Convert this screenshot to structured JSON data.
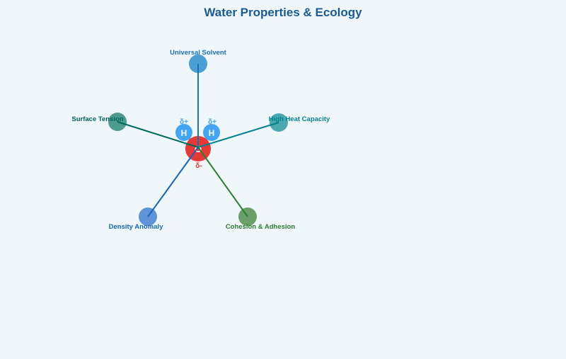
{
  "title": "Water Properties & Ecology",
  "molecule": {
    "oxygen_label": "O",
    "hydrogen_label": "H",
    "delta_plus": "δ+",
    "delta_minus": "δ-",
    "colors": {
      "oxygen": "#e53935",
      "hydrogen": "#42a5f5",
      "bond": "#9e9e9e"
    }
  },
  "properties": [
    {
      "label": "Universal Solvent",
      "color": "#4a9fd4",
      "line": "#1a73b8",
      "angle": -90
    },
    {
      "label": "High Heat Capacity",
      "color": "#4aa8b0",
      "line": "#00838f",
      "angle": -18
    },
    {
      "label": "Cohesion & Adhesion",
      "color": "#6a9f6a",
      "line": "#2e7d32",
      "angle": 54,
      "text_color": "#2e7d32"
    },
    {
      "label": "Density Anomaly",
      "color": "#5f95d6",
      "line": "#1565c0",
      "angle": 126
    },
    {
      "label": "Surface Tension",
      "color": "#4e9a8e",
      "line": "#00695c",
      "angle": 198
    }
  ]
}
